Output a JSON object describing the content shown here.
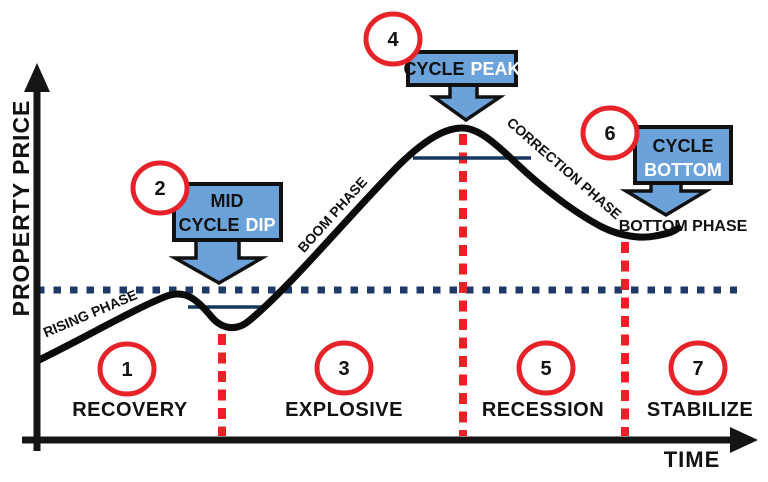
{
  "axis": {
    "y_label": "PROPERTY PRICE",
    "x_label": "TIME"
  },
  "stages": [
    {
      "num": "1",
      "label": "RECOVERY"
    },
    {
      "num": "3",
      "label": "EXPLOSIVE"
    },
    {
      "num": "5",
      "label": "RECESSION"
    },
    {
      "num": "7",
      "label": "STABILIZE"
    }
  ],
  "callouts": {
    "mid_cycle_dip": {
      "num": "2",
      "line1": "MID",
      "line2_a": "CYCLE",
      "line2_b": "DIP"
    },
    "cycle_peak": {
      "num": "4",
      "line1_a": "CYCLE",
      "line1_b": "PEAK"
    },
    "cycle_bottom": {
      "num": "6",
      "line1": "CYCLE",
      "line2": "BOTTOM"
    }
  },
  "phases": {
    "rising": "RISING PHASE",
    "boom": "BOOM PHASE",
    "correction": "CORRECTION PHASE",
    "bottom": "BOTTOM PHASE"
  },
  "colors": {
    "marker_red": "#e62329",
    "divider_red": "#ee2027",
    "navy_dotted": "#1f3a68",
    "navy_solid": "#17375e",
    "box_blue": "#6ca2da",
    "curve_black": "#0b0b0b"
  }
}
